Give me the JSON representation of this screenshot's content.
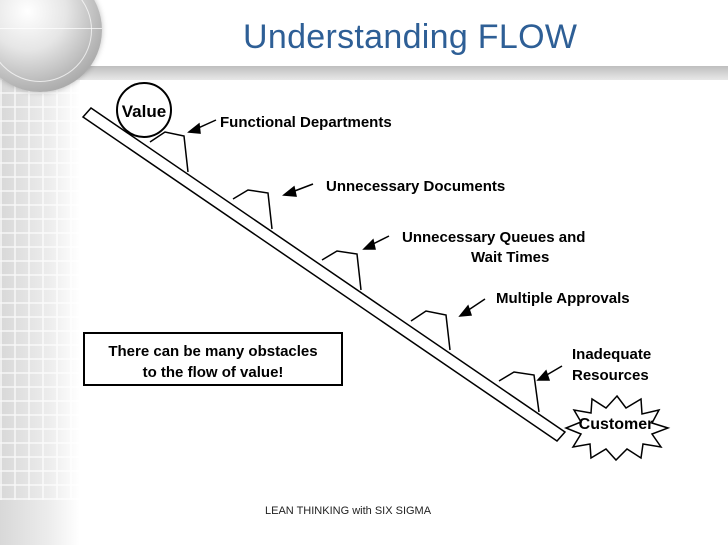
{
  "slide": {
    "title": "Understanding FLOW",
    "footer": "LEAN THINKING with SIX SIGMA"
  },
  "diagram": {
    "start_label": "Value",
    "end_label": "Customer",
    "obstacles": [
      {
        "label_line1": "Functional Departments",
        "label_line2": ""
      },
      {
        "label_line1": "Unnecessary Documents",
        "label_line2": ""
      },
      {
        "label_line1": "Unnecessary Queues and",
        "label_line2": "Wait Times"
      },
      {
        "label_line1": "Multiple Approvals",
        "label_line2": ""
      },
      {
        "label_line1": "Inadequate",
        "label_line2": "Resources"
      }
    ],
    "note_line1": "There can be many obstacles",
    "note_line2": "to the flow of value!"
  },
  "colors": {
    "title": "#2e5f96",
    "ink": "#000000"
  }
}
